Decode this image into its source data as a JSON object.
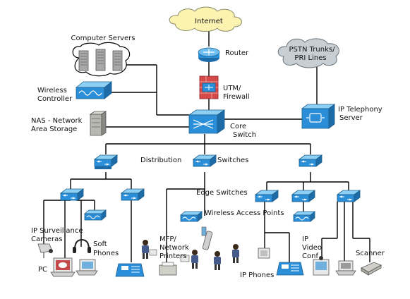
{
  "labels": {
    "internet": "Internet",
    "router": "Router",
    "pstn": [
      "PSTN Trunks/",
      "PRI Lines"
    ],
    "computer_servers": "Computer Servers",
    "wireless_controller": [
      "Wireless",
      "Controller"
    ],
    "utm_firewall": [
      "UTM/",
      "Firewall"
    ],
    "ip_telephony_server": [
      "IP Telephony",
      "Server"
    ],
    "nas": [
      "NAS - Network",
      "Area Storage"
    ],
    "core_switch": [
      "Core",
      "Switch"
    ],
    "distribution": "Distribution",
    "switches": "Switches",
    "edge_switches": "Edge Switches",
    "wireless_access_points": "Wireless Access Points",
    "ip_surveillance_cameras": [
      "IP Surveillance",
      "Cameras"
    ],
    "soft_phones": [
      "Soft",
      "Phones"
    ],
    "pc": "PC",
    "mfp_printers": [
      "MFP/",
      "Network",
      "Printers"
    ],
    "ip_phones": "IP Phones",
    "ip_video_conf": [
      "IP",
      "Video",
      "Conf"
    ],
    "scanner": "Scanner"
  },
  "colors": {
    "network_device": "#2a8fd8",
    "cloud": "#fdf3b0",
    "pstn_cloud": "#c8cfd4",
    "firewall": "#d64a4a",
    "router": "#2a8fd8"
  },
  "icons": [
    "cloud-icon",
    "router-icon",
    "firewall-icon",
    "server-icon",
    "switch-icon",
    "wireless-controller-icon",
    "ip-telephony-server-icon",
    "nas-icon",
    "access-point-icon",
    "camera-icon",
    "pc-icon",
    "headset-icon",
    "laptop-icon",
    "ip-phone-icon",
    "user-workstation-icon",
    "printer-icon",
    "video-conf-icon",
    "scanner-icon"
  ]
}
